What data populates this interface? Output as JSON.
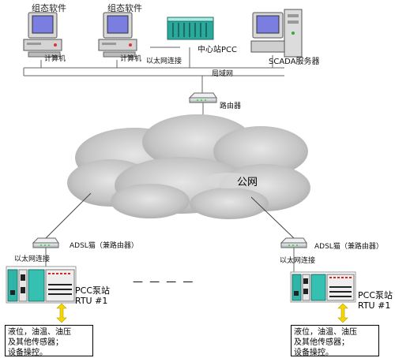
{
  "top": {
    "workstation_1": {
      "software": "组态软件",
      "name": "计算机"
    },
    "workstation_2": {
      "software": "组态软件",
      "name": "计算机"
    },
    "center_pcc": "中心站PCC",
    "ethernet_link": "以太网连接",
    "scada_server": "SCADA服务器",
    "lan": "局域网",
    "router": "路由器"
  },
  "network": {
    "internet": "公网",
    "ellipsis": "— — — —"
  },
  "stations": [
    {
      "modem": "ADSL猫（兼路由器）",
      "ethernet_link": "以太网连接",
      "pcc_line1": "PCC泵站",
      "pcc_line2": "RTU #1",
      "field_lines": [
        "液位，油温、油压",
        "及其他传感器；",
        "设备操控。"
      ]
    },
    {
      "modem": "ADSL猫（兼路由器）",
      "ethernet_link": "以太网连接",
      "pcc_line1": "PCC泵站",
      "pcc_line2": "RTU #1",
      "field_lines": [
        "液位，油温、油压",
        "及其他传感器；",
        "设备操控。"
      ]
    }
  ],
  "colors": {
    "cloud": "#c9c9c9",
    "cloud_shade": "#a9a9a9",
    "pcc_teal": "#2fb5a7",
    "arrow": "#f5d800",
    "monitor": "#7a7ee0"
  }
}
